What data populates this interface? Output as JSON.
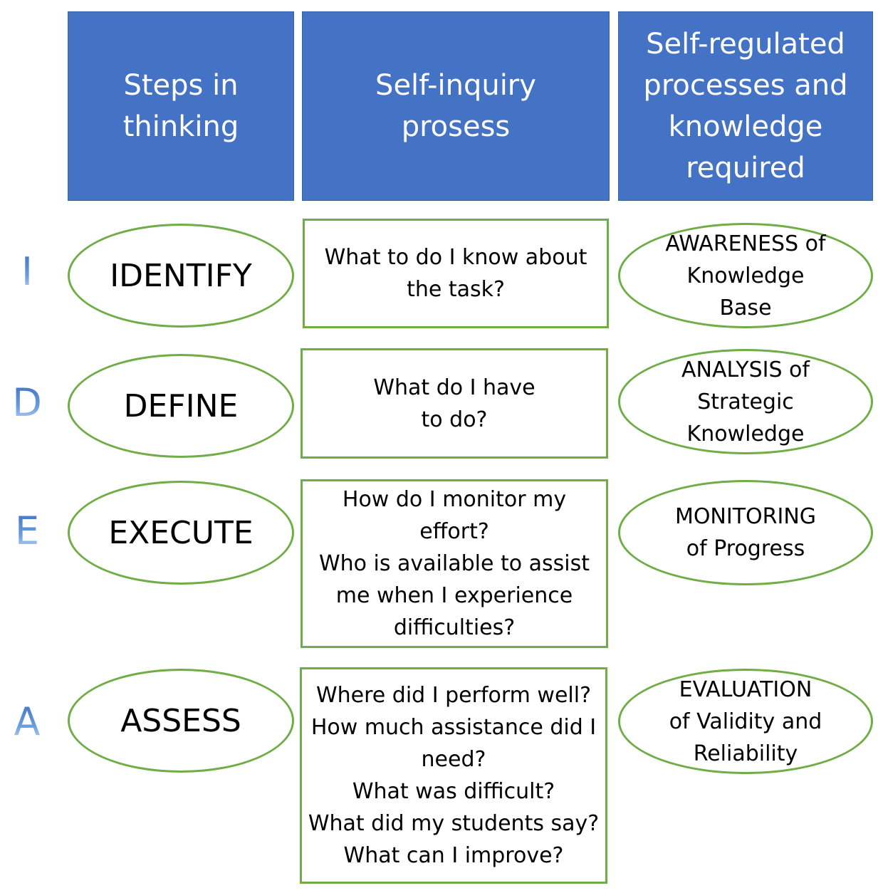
{
  "headers": {
    "steps": [
      "Steps in",
      "thinking"
    ],
    "inquiry": [
      "Self-inquiry",
      "prosess"
    ],
    "processes": [
      "Self-regulated",
      "processes and",
      "knowledge",
      "required"
    ]
  },
  "rows": [
    {
      "letter": "I",
      "step": "IDENTIFY",
      "question_lines": [
        "What to do I know about",
        "the task?"
      ],
      "process_lines": [
        "AWARENESS of",
        "Knowledge",
        "Base"
      ]
    },
    {
      "letter": "D",
      "step": "DEFINE",
      "question_lines": [
        "What do I have",
        "to do?"
      ],
      "process_lines": [
        "ANALYSIS  of",
        "Strategic",
        "Knowledge"
      ]
    },
    {
      "letter": "E",
      "step": "EXECUTE",
      "question_lines": [
        "How do I monitor my",
        "effort?",
        "Who is available to assist",
        "me when I experience",
        "difficulties?"
      ],
      "process_lines": [
        "MONITORING",
        "of Progress"
      ]
    },
    {
      "letter": "A",
      "step": "ASSESS",
      "question_lines": [
        "Where did I perform well?",
        "How much assistance did I",
        "need?",
        "What was difficult?",
        "What did my students  say?",
        "What can I improve?"
      ],
      "process_lines": [
        "EVALUATION",
        "of Validity and",
        "Reliability"
      ]
    }
  ],
  "colors": {
    "header_fill": "#4472c4",
    "outline": "#70ad47",
    "letter": "#5b8fd6"
  }
}
